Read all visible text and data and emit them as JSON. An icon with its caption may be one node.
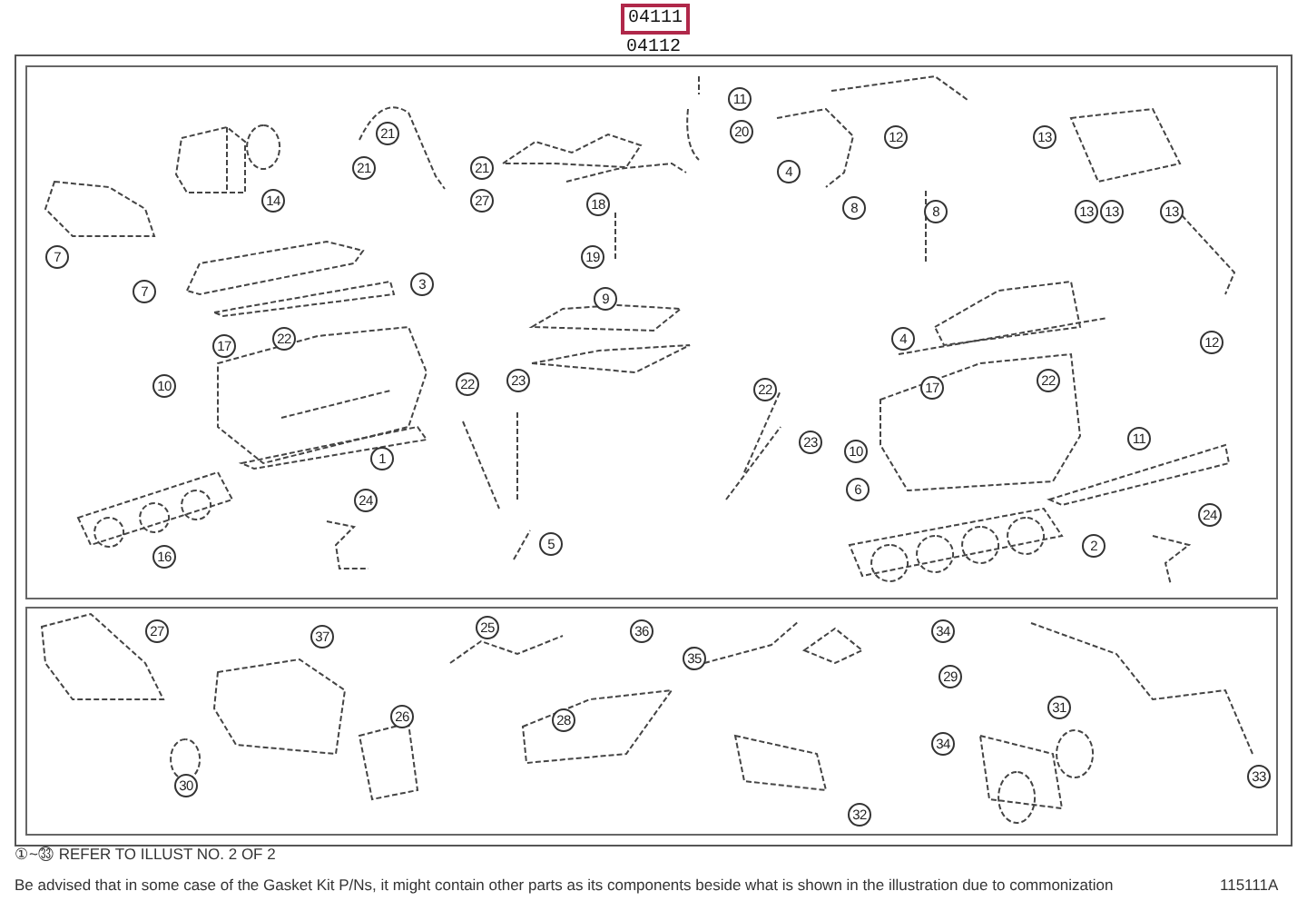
{
  "diagram": {
    "labels": [
      "04111",
      "04112",
      "11",
      "21",
      "20",
      "12",
      "13",
      "21",
      "21",
      "4",
      "14",
      "27",
      "18",
      "8",
      "8",
      "13",
      "13",
      "13",
      "7",
      "19",
      "7",
      "3",
      "9",
      "17",
      "22",
      "4",
      "12",
      "10",
      "22",
      "23",
      "22",
      "17",
      "22",
      "1",
      "23",
      "10",
      "11",
      "24",
      "6",
      "24",
      "16",
      "5",
      "2",
      "27",
      "37",
      "25",
      "36",
      "34",
      "35",
      "29",
      "26",
      "28",
      "31",
      "34",
      "30",
      "33",
      "32",
      "①~㉝ REFER TO ILLUST NO. 2 OF 2",
      "Be advised that in some case of the Gasket Kit P/Ns, it might contain other parts as its components beside what is shown in the illustration due to commonization",
      "115111A"
    ]
  }
}
